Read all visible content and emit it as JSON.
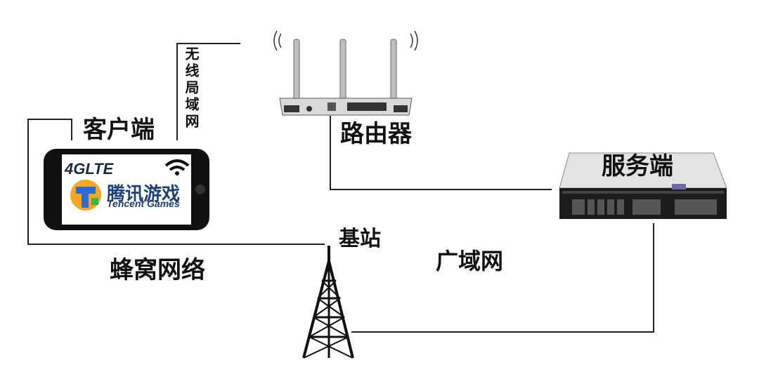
{
  "labels": {
    "client": "客户端",
    "router": "路由器",
    "server": "服务端",
    "base_station": "基站",
    "cellular_network": "蜂窝网络",
    "wan": "广域网",
    "wlan": "无线局域网"
  },
  "phone": {
    "network_badge": "4GLTE",
    "brand_cn": "腾讯游戏",
    "brand_en": "Tencent Games"
  },
  "colors": {
    "line": "#222222",
    "brand_blue": "#1e3f7c",
    "logo_orange": "#f5a623",
    "logo_blue": "#2b6dd6",
    "logo_green": "#3bb54a"
  }
}
